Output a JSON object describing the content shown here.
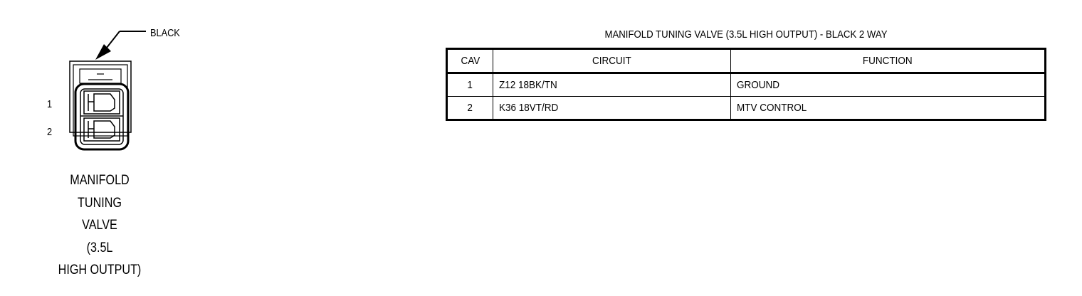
{
  "connector": {
    "color_callout": "BLACK",
    "pins": [
      "1",
      "2"
    ],
    "caption": [
      "MANIFOLD",
      "TUNING",
      "VALVE",
      "(3.5L",
      "HIGH OUTPUT)"
    ]
  },
  "table": {
    "title": "MANIFOLD TUNING VALVE (3.5L HIGH OUTPUT) - BLACK 2 WAY",
    "headers": [
      "CAV",
      "CIRCUIT",
      "FUNCTION"
    ],
    "rows": [
      {
        "cav": "1",
        "circuit": "Z12 18BK/TN",
        "function": "GROUND"
      },
      {
        "cav": "2",
        "circuit": "K36 18VT/RD",
        "function": "MTV CONTROL"
      }
    ]
  }
}
